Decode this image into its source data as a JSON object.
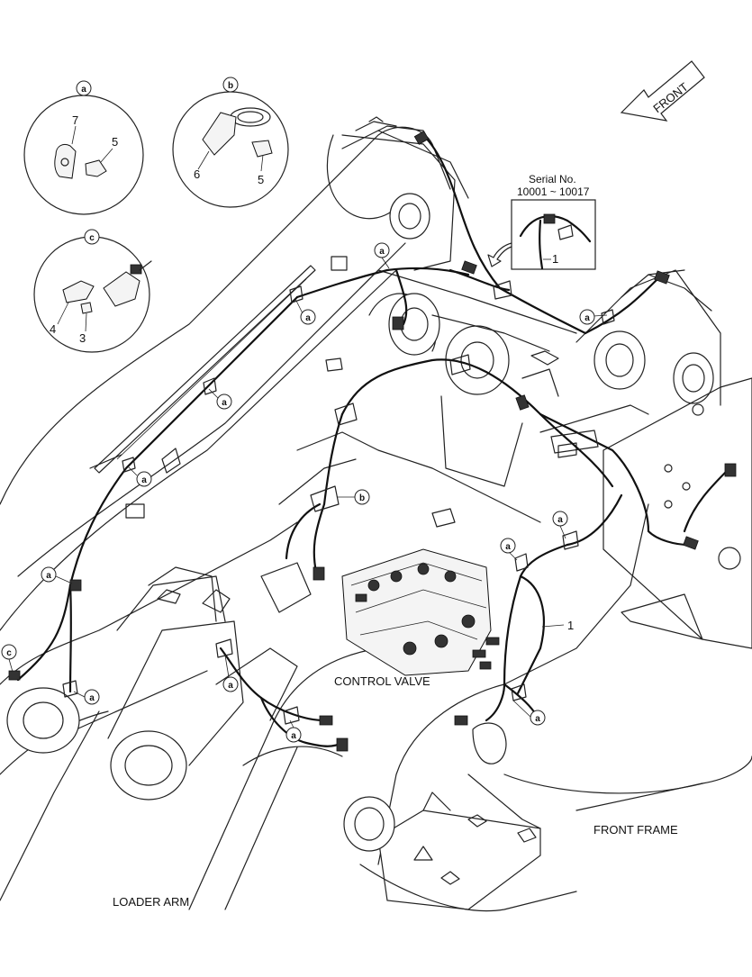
{
  "direction_arrow": {
    "label": "FRONT"
  },
  "serial_box": {
    "label": "Serial No.",
    "range": "10001 ~ 10017",
    "part": "1"
  },
  "detail_views": [
    {
      "tag": "a",
      "parts": [
        "7",
        "5"
      ]
    },
    {
      "tag": "b",
      "parts": [
        "6",
        "5"
      ]
    },
    {
      "tag": "c",
      "parts": [
        "4",
        "3"
      ]
    }
  ],
  "callout_tags": [
    "a",
    "a",
    "a",
    "a",
    "a",
    "a",
    "a",
    "a",
    "a",
    "a",
    "a",
    "a",
    "b",
    "c"
  ],
  "part_numbers": {
    "harness": "1"
  },
  "labels": {
    "control_valve": "CONTROL VALVE",
    "front_frame": "FRONT FRAME",
    "loader_arm": "LOADER ARM"
  }
}
